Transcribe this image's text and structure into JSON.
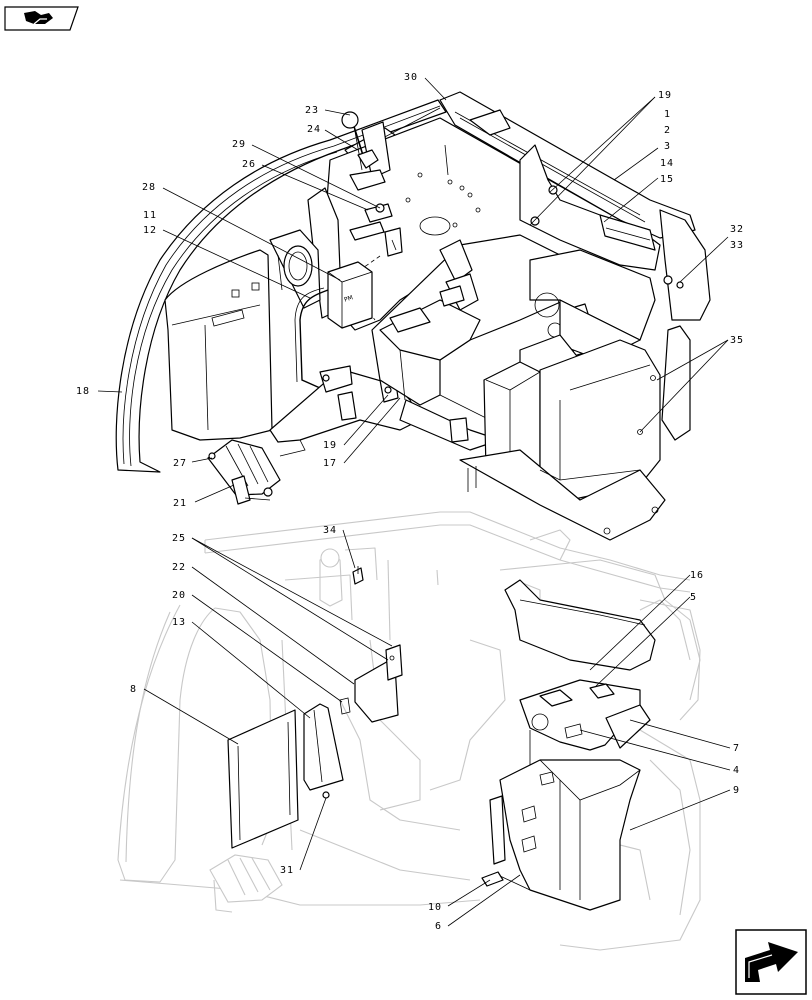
{
  "nav": {
    "top_icon": "book-arrow-icon",
    "bottom_icon": "next-page-arrow-icon"
  },
  "labels_upper": [
    "30",
    "23",
    "24",
    "29",
    "26",
    "28",
    "11",
    "12",
    "19",
    "1",
    "2",
    "3",
    "14",
    "15",
    "32",
    "33",
    "35",
    "18",
    "27",
    "21",
    "19",
    "17"
  ],
  "labels_lower": [
    "34",
    "25",
    "22",
    "20",
    "13",
    "8",
    "16",
    "5",
    "7",
    "4",
    "9",
    "31",
    "10",
    "6"
  ]
}
